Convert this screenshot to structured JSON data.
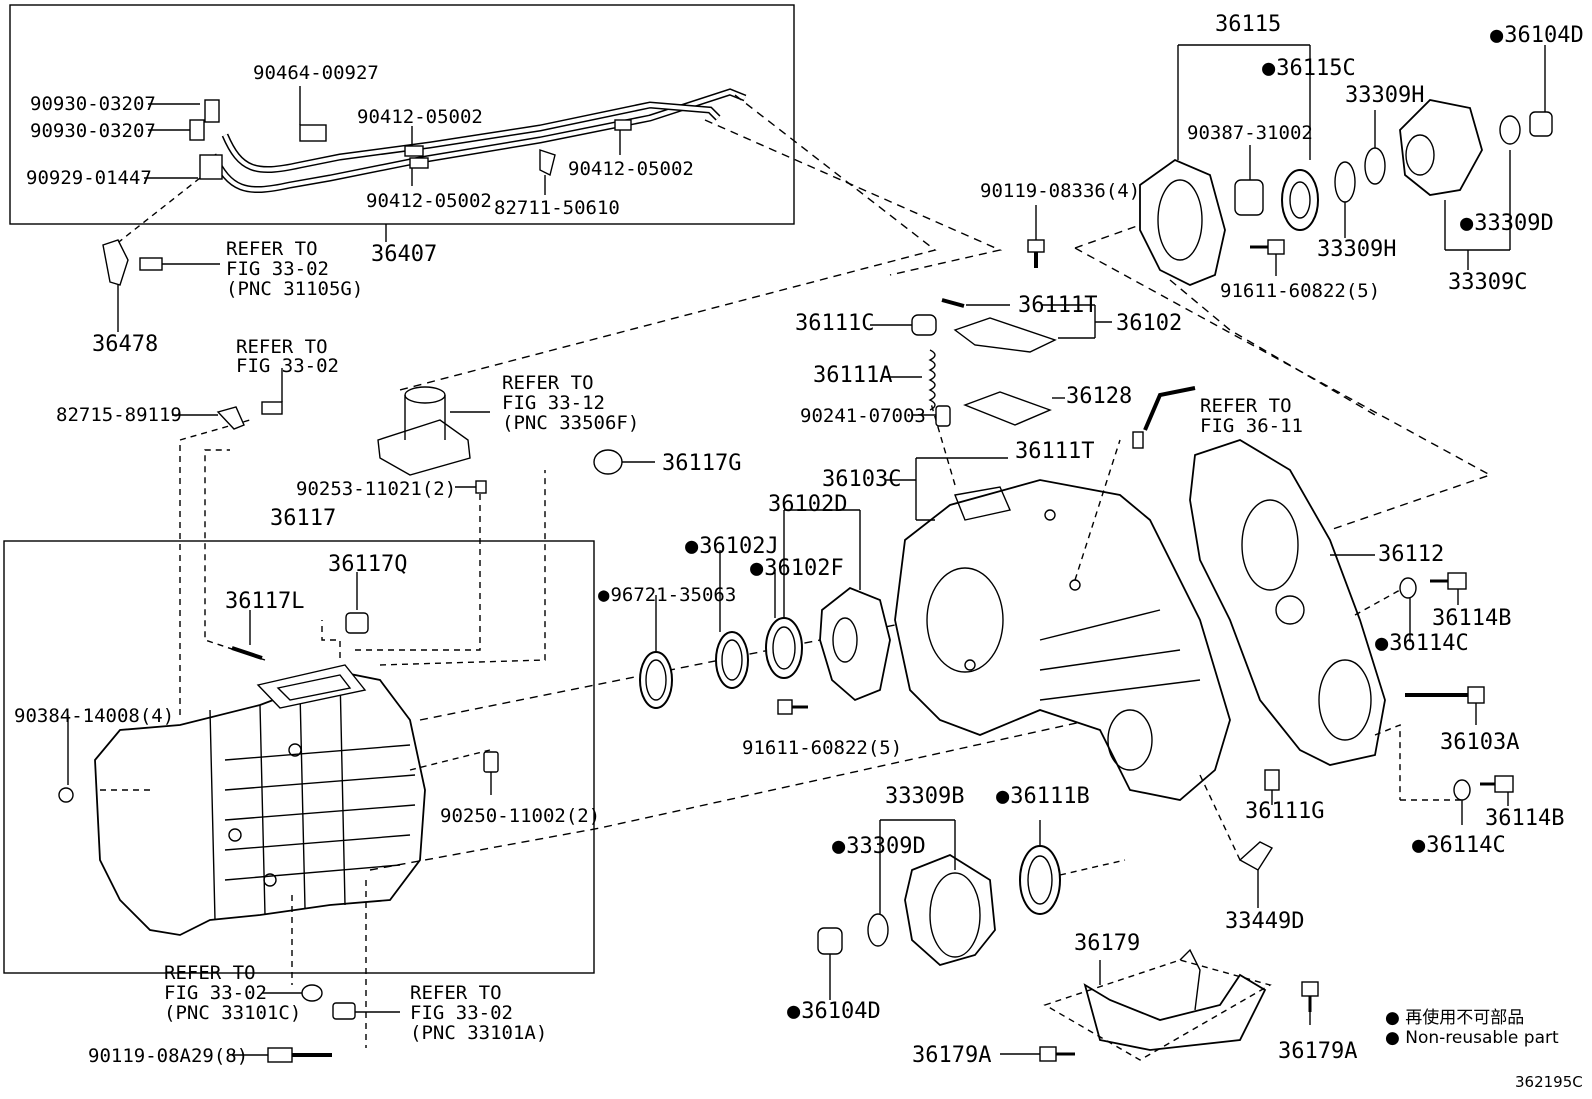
{
  "diagram_id": "362195C",
  "legend": {
    "non_reusable_jp": "再使用不可部品",
    "non_reusable_en": "Non-reusable part"
  },
  "labels": {
    "p36115": "36115",
    "p36115C": "36115C",
    "p36104D_top": "36104D",
    "p33309H_a": "33309H",
    "p90387": "90387-31002",
    "p33309H_b": "33309H",
    "p33309D_top": "33309D",
    "p33309C": "33309C",
    "p91611_top": "91611-60822(5)",
    "p90119_top": "90119-08336(4)",
    "p36111T_top": "36111T",
    "p36102": "36102",
    "p36111C": "36111C",
    "p36111A": "36111A",
    "p36128": "36128",
    "p90241": "90241-07003",
    "p36111T_mid": "36111T",
    "p36103C": "36103C",
    "refer_36_11_a": "REFER TO",
    "refer_36_11_b": "FIG 36-11",
    "p36112": "36112",
    "p36114B_a": "36114B",
    "p36114C_a": "36114C",
    "p36103A": "36103A",
    "p36114B_b": "36114B",
    "p36114C_b": "36114C",
    "p36111G": "36111G",
    "p33449D": "33449D",
    "p36179": "36179",
    "p36179A_r": "36179A",
    "p36179A_l": "36179A",
    "p33309B": "33309B",
    "p36111B": "36111B",
    "p33309D_bot": "33309D",
    "p36104D_bot": "36104D",
    "p36102D": "36102D",
    "p36102J": "36102J",
    "p36102F": "36102F",
    "p96721": "96721-35063",
    "p91611_mid": "91611-60822(5)",
    "p36117G": "36117G",
    "p90253": "90253-11021(2)",
    "p36117": "36117",
    "p36117Q": "36117Q",
    "p36117L": "36117L",
    "p90384": "90384-14008(4)",
    "p90250": "90250-11002(2)",
    "refer_33_12_a": "REFER TO",
    "refer_33_12_b": "FIG 33-12",
    "refer_33_12_c": "(PNC 33506F)",
    "refer_33_02_top_a": "REFER TO",
    "refer_33_02_top_b": "FIG 33-02",
    "p82715": "82715-89119",
    "refer_31105_a": "REFER TO",
    "refer_31105_b": "FIG 33-02",
    "refer_31105_c": "(PNC 31105G)",
    "p36478": "36478",
    "p36407": "36407",
    "p90930_a": "90930-03207",
    "p90930_b": "90930-03207",
    "p90929": "90929-01447",
    "p90464": "90464-00927",
    "p90412_a": "90412-05002",
    "p90412_b": "90412-05002",
    "p90412_c": "90412-05002",
    "p82711": "82711-50610",
    "refer_33101C_a": "REFER TO",
    "refer_33101C_b": "FIG 33-02",
    "refer_33101C_c": "(PNC 33101C)",
    "refer_33101A_a": "REFER TO",
    "refer_33101A_b": "FIG 33-02",
    "refer_33101A_c": "(PNC 33101A)",
    "p90119_bot": "90119-08A29(8)"
  }
}
